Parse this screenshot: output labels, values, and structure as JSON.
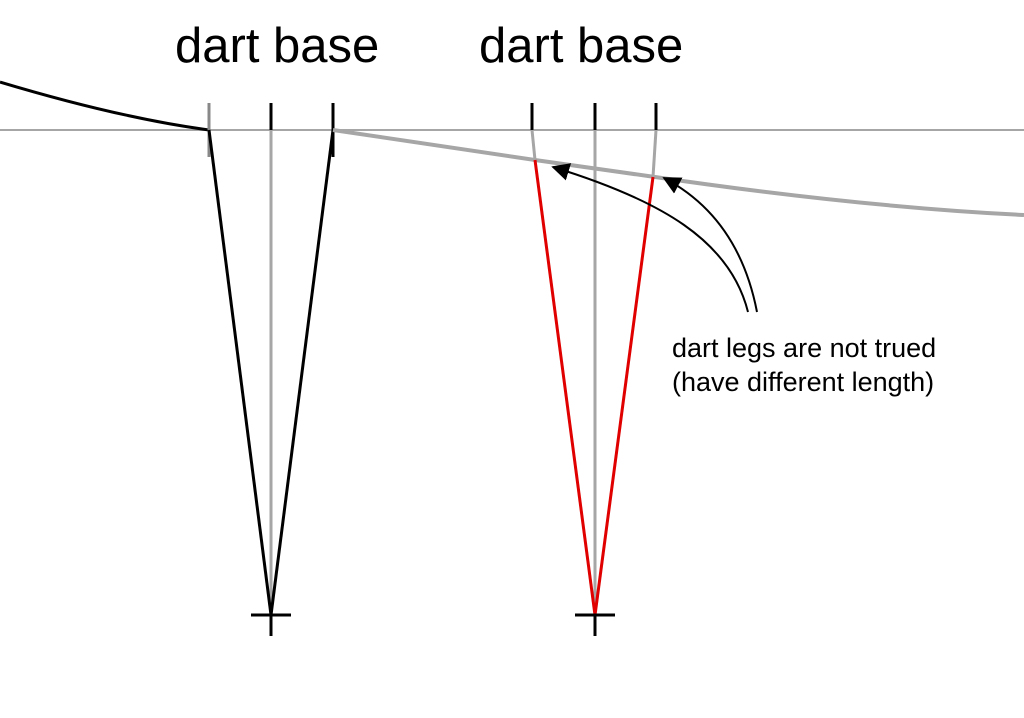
{
  "labels": {
    "left_dart": "dart base",
    "right_dart": "dart base",
    "annotation_line1": "dart legs are not trued",
    "annotation_line2": "(have different length)"
  },
  "colors": {
    "line": "#000000",
    "guide": "#a6a6a6",
    "error_leg": "#e00000"
  }
}
